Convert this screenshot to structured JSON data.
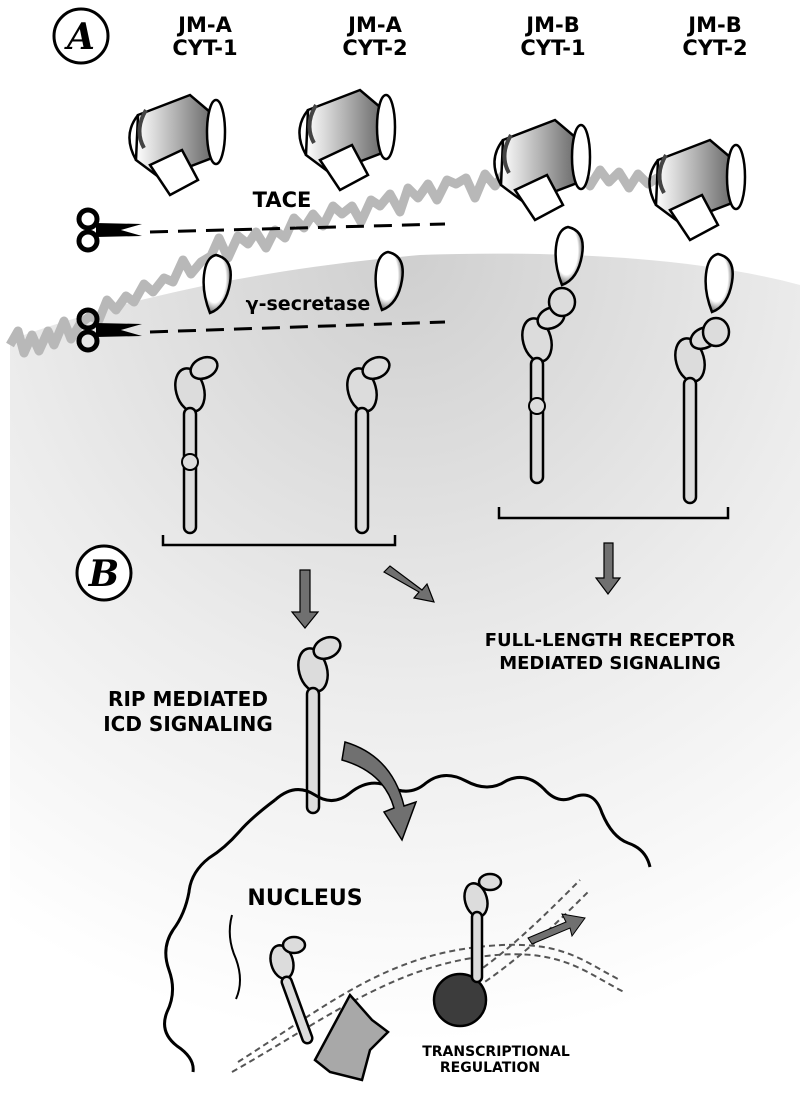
{
  "panels": {
    "a_letter": "A",
    "b_letter": "B"
  },
  "receptors": [
    {
      "line1": "JM-A",
      "line2": "CYT-1",
      "cytoplasmic_box": true,
      "cleaved": true
    },
    {
      "line1": "JM-A",
      "line2": "CYT-2",
      "cytoplasmic_box": false,
      "cleaved": true
    },
    {
      "line1": "JM-B",
      "line2": "CYT-1",
      "cytoplasmic_box": true,
      "cleaved": false
    },
    {
      "line1": "JM-B",
      "line2": "CYT-2",
      "cytoplasmic_box": false,
      "cleaved": false
    }
  ],
  "proteases": {
    "tace": "TACE",
    "gamma_secretase": "γ-secretase"
  },
  "pathways": {
    "rip_line1": "RIP MEDIATED",
    "rip_line2": "ICD SIGNALING",
    "full_line1": "FULL-LENGTH RECEPTOR",
    "full_line2": "MEDIATED SIGNALING"
  },
  "nucleus": {
    "label": "NUCLEUS",
    "transcription_line1": "TRANSCRIPTIONAL",
    "transcription_line2": "REGULATION"
  },
  "colors": {
    "outline": "#000000",
    "protein_fill": "#dcdcdc",
    "membrane": "#b8b8b8",
    "cytoplasm": "#e6e6e6",
    "arrow": "#707070",
    "factor_light": "#a8a8a8",
    "factor_dark": "#3c3c3c"
  }
}
